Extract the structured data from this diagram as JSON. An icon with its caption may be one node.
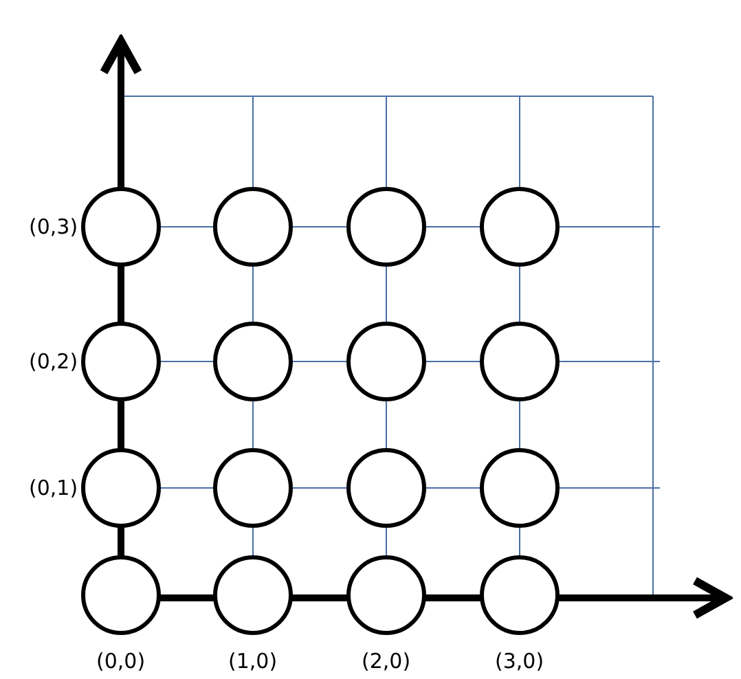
{
  "diagram": {
    "nodes": [
      {
        "text": [],
        "shape": "circle",
        "beside": [
          "(0,3)"
        ]
      },
      {
        "text": [],
        "shape": "circle"
      },
      {
        "text": [],
        "shape": "circle"
      },
      {
        "text": [],
        "shape": "circle"
      },
      {
        "text": [],
        "shape": "circle",
        "beside": [
          "(0,2)"
        ]
      },
      {
        "text": [],
        "shape": "circle"
      },
      {
        "text": [],
        "shape": "circle"
      },
      {
        "text": [],
        "shape": "circle"
      },
      {
        "text": [],
        "shape": "circle",
        "beside": [
          "(0,1)"
        ]
      },
      {
        "text": [],
        "shape": "circle"
      },
      {
        "text": [],
        "shape": "circle"
      },
      {
        "text": [],
        "shape": "circle"
      },
      {
        "text": [],
        "shape": "circle",
        "beside": [
          "(0,0)"
        ]
      },
      {
        "text": [],
        "shape": "circle",
        "beside": [
          "(1,0)"
        ]
      },
      {
        "text": [],
        "shape": "circle",
        "beside": [
          "(2,0)"
        ]
      },
      {
        "text": [],
        "shape": "circle",
        "beside": [
          "(3,0)"
        ]
      }
    ]
  }
}
